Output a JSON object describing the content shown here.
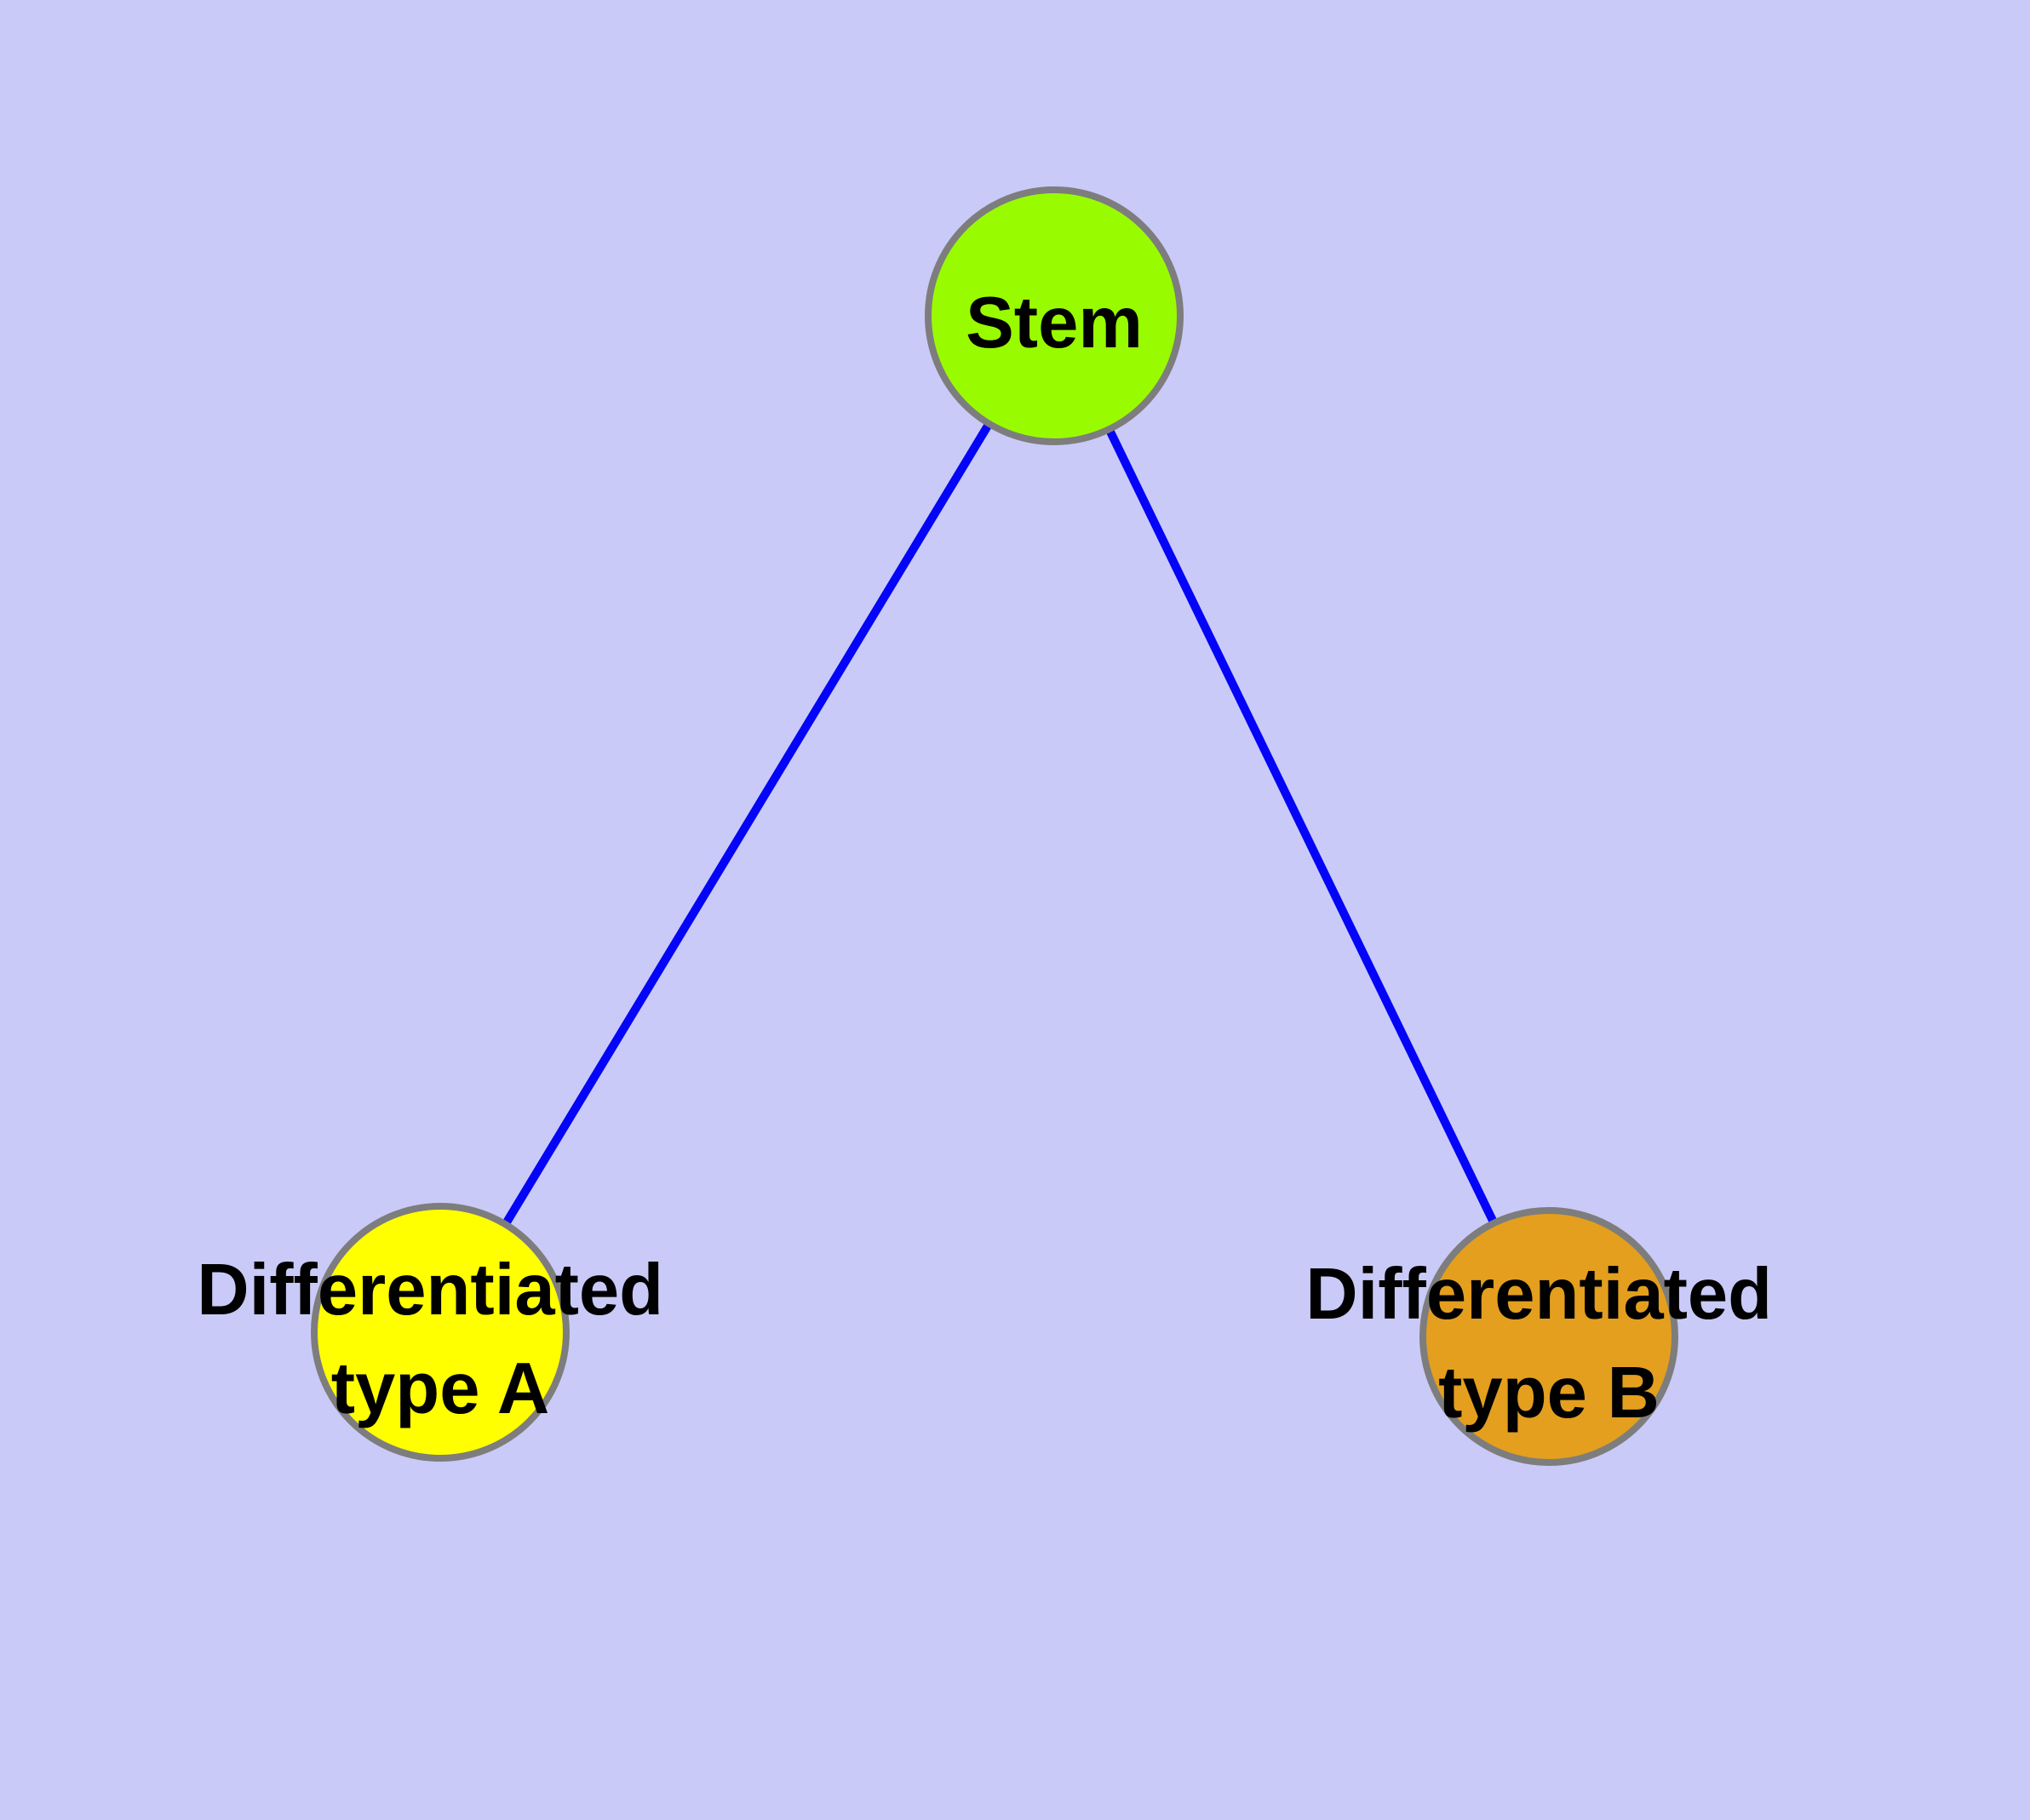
{
  "diagram": {
    "background_color": "#cacaf8",
    "edge_color": "#0404f8",
    "node_border_color": "#7d7d7d",
    "label_color": "#000000",
    "nodes": {
      "stem": {
        "label": "Stem",
        "fill": "#99fb00"
      },
      "type_a": {
        "label_line1": "Differentiated",
        "label_line2": "type A",
        "fill": "#ffff00"
      },
      "type_b": {
        "label_line1": "Differentiated",
        "label_line2": "type B",
        "fill": "#e49f1f"
      }
    },
    "edges": [
      {
        "from": "stem",
        "to": "type_a"
      },
      {
        "from": "stem",
        "to": "type_b"
      }
    ]
  }
}
